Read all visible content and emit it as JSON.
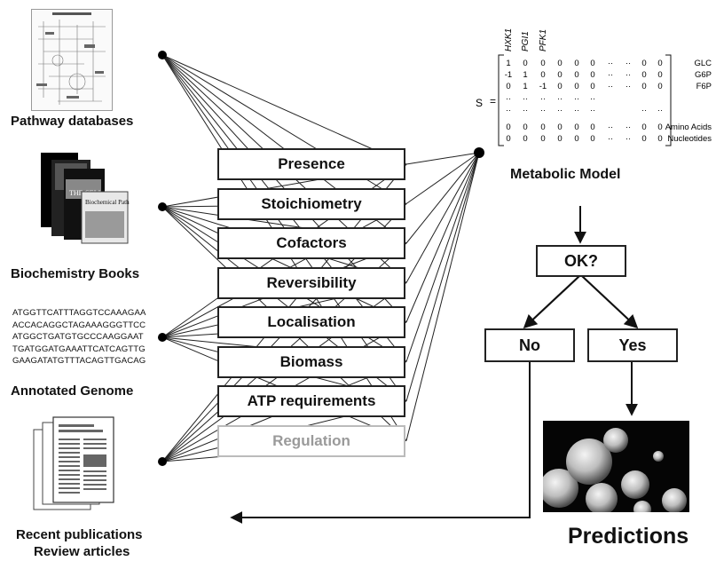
{
  "sources": {
    "pathway_label": "Pathway databases",
    "books_label": "Biochemistry Books",
    "genome_label": "Annotated Genome",
    "publications_label_1": "Recent publications",
    "publications_label_2": "Review articles",
    "dna_lines": [
      "ATGGTTCATTTAGGTCCAAAGAA",
      "ACCACAGGCTAGAAAGGGTTCC",
      "ATGGCTGATGTGCCCAAGGAAT",
      "TGATGGATGAAATTCATCAGTTG",
      "GAAGATATGTTTACAGTTGACAG"
    ],
    "book_cover_1": "THE CELL",
    "book_cover_2": "Biochemical Pathways"
  },
  "properties": [
    {
      "label": "Presence",
      "faded": false
    },
    {
      "label": "Stoichiometry",
      "faded": false
    },
    {
      "label": "Cofactors",
      "faded": false
    },
    {
      "label": "Reversibility",
      "faded": false
    },
    {
      "label": "Localisation",
      "faded": false
    },
    {
      "label": "Biomass",
      "faded": false
    },
    {
      "label": "ATP requirements",
      "faded": false
    },
    {
      "label": "Regulation",
      "faded": true
    }
  ],
  "matrix": {
    "symbol": "S",
    "equals": "=",
    "col_headers": [
      "HXK1",
      "PGI1",
      "PFK1"
    ],
    "rows": [
      {
        "cells": [
          "1",
          "0",
          "0",
          "0",
          "0",
          "0",
          "··",
          "··",
          "0",
          "0"
        ],
        "label": "GLC"
      },
      {
        "cells": [
          "-1",
          "1",
          "0",
          "0",
          "0",
          "0",
          "··",
          "··",
          "0",
          "0"
        ],
        "label": "G6P"
      },
      {
        "cells": [
          "0",
          "1",
          "-1",
          "0",
          "0",
          "0",
          "··",
          "··",
          "0",
          "0"
        ],
        "label": "F6P"
      },
      {
        "cells": [
          "··",
          "··",
          "··",
          "··",
          "··",
          "··",
          "",
          "",
          "",
          ""
        ],
        "label": ""
      },
      {
        "cells": [
          "··",
          "··",
          "··",
          "··",
          "··",
          "··",
          "",
          "",
          "··",
          "··"
        ],
        "label": ""
      },
      {
        "cells": [
          "0",
          "0",
          "0",
          "0",
          "0",
          "0",
          "··",
          "··",
          "0",
          "0"
        ],
        "label": "Amino Acids"
      },
      {
        "cells": [
          "0",
          "0",
          "0",
          "0",
          "0",
          "0",
          "··",
          "··",
          "0",
          "0"
        ],
        "label": "Nucleotides"
      }
    ]
  },
  "model_title": "Metabolic Model",
  "decision": {
    "question": "OK?",
    "no": "No",
    "yes": "Yes"
  },
  "predictions": "Predictions",
  "colors": {
    "ink": "#111111",
    "faded": "#9a9a9a",
    "faded_border": "#bbbbbb",
    "photo_bg": "#050505"
  },
  "icons": [
    "pathway-map-thumbnail",
    "book-stack-image",
    "publication-pages-thumbnail",
    "yeast-cells-micrograph"
  ]
}
